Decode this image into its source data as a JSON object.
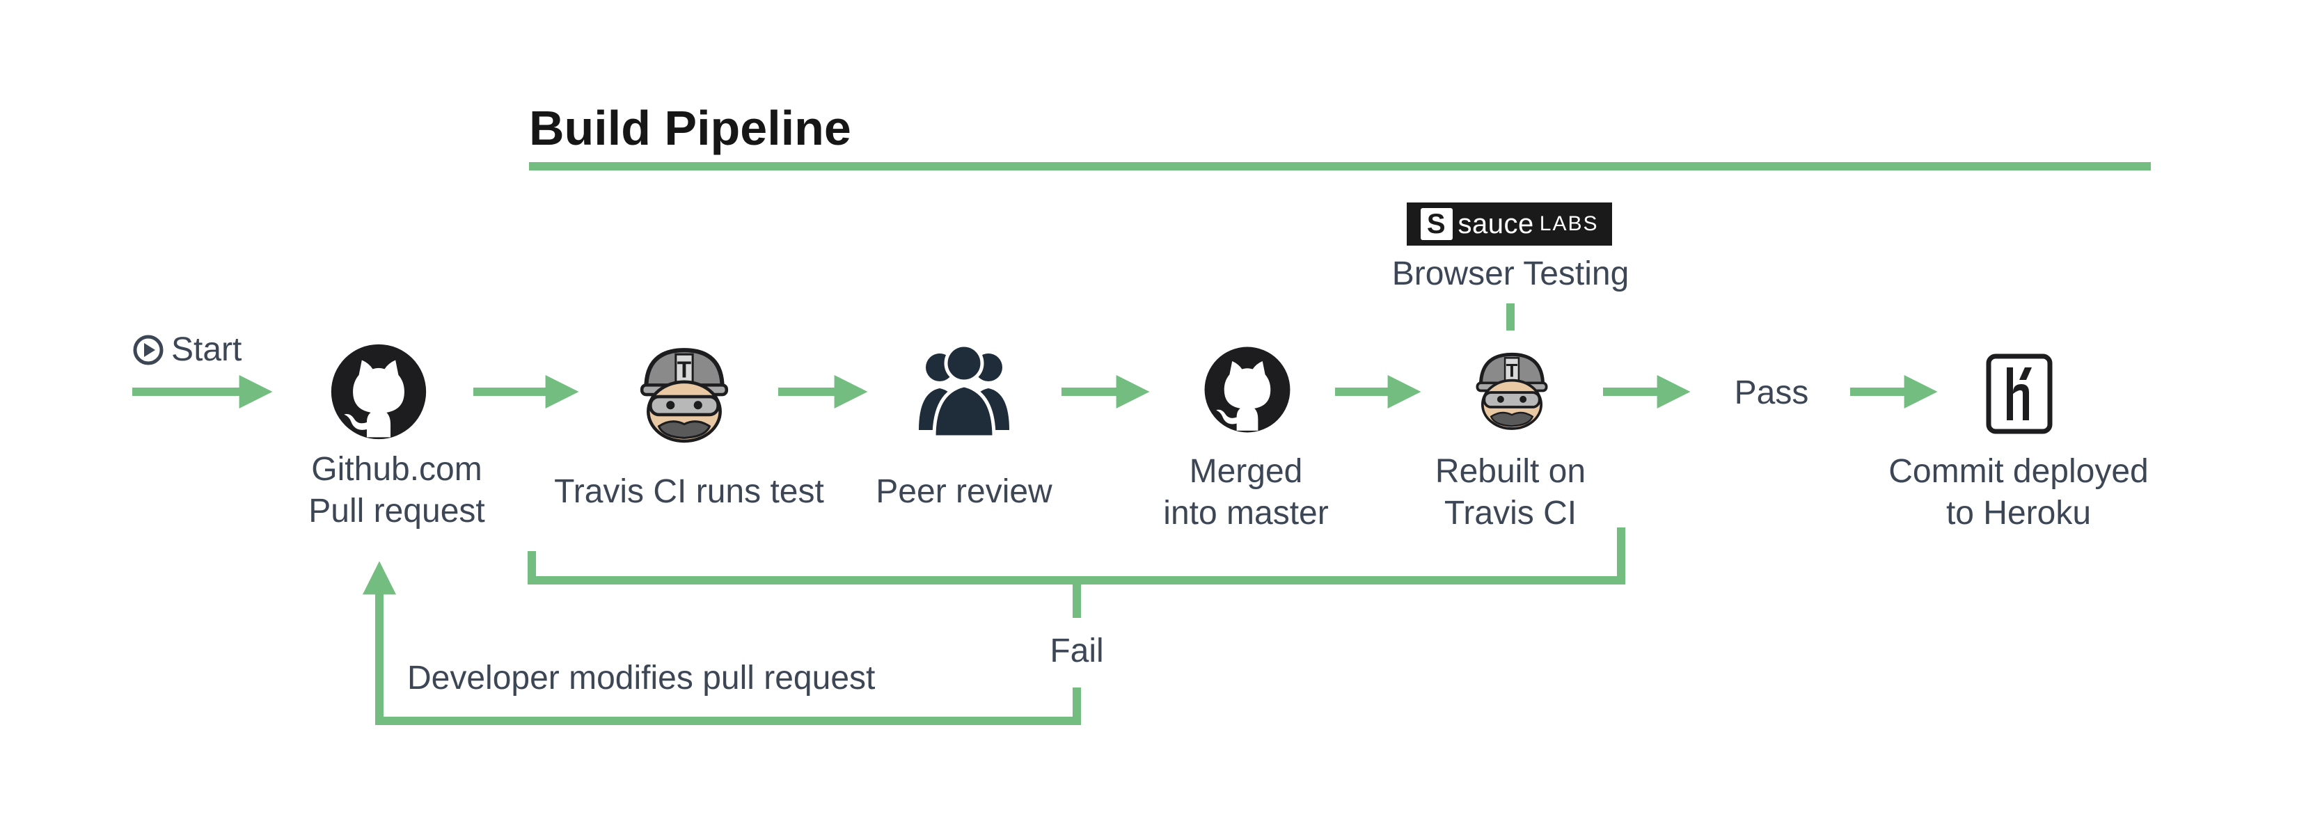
{
  "diagram": {
    "title": "Build Pipeline",
    "start_label": "Start",
    "colors": {
      "flow_green": "#73bd80",
      "text": "#3d4655",
      "title": "#161616",
      "icon_dark": "#1d1d1f",
      "people_navy": "#1f2d3b"
    },
    "steps": {
      "pull_request": {
        "line1": "Github.com",
        "line2": "Pull request",
        "icon": "github-octocat-icon"
      },
      "travis_test": {
        "label": "Travis CI runs test",
        "icon": "travis-ci-mascot-icon"
      },
      "peer_review": {
        "label": "Peer review",
        "icon": "people-group-icon"
      },
      "merged": {
        "line1": "Merged",
        "line2": "into master",
        "icon": "github-octocat-icon"
      },
      "rebuilt": {
        "line1": "Rebuilt on",
        "line2": "Travis CI",
        "icon": "travis-ci-mascot-icon"
      },
      "pass_label": "Pass",
      "deployed": {
        "line1": "Commit deployed",
        "line2": "to Heroku",
        "icon": "heroku-logo-icon"
      }
    },
    "browser_testing": {
      "logo_mark": "S",
      "logo_text": "sauce",
      "logo_text_labs": "LABS",
      "label": "Browser Testing"
    },
    "fail_label": "Fail",
    "developer_label": "Developer modifies pull request"
  }
}
